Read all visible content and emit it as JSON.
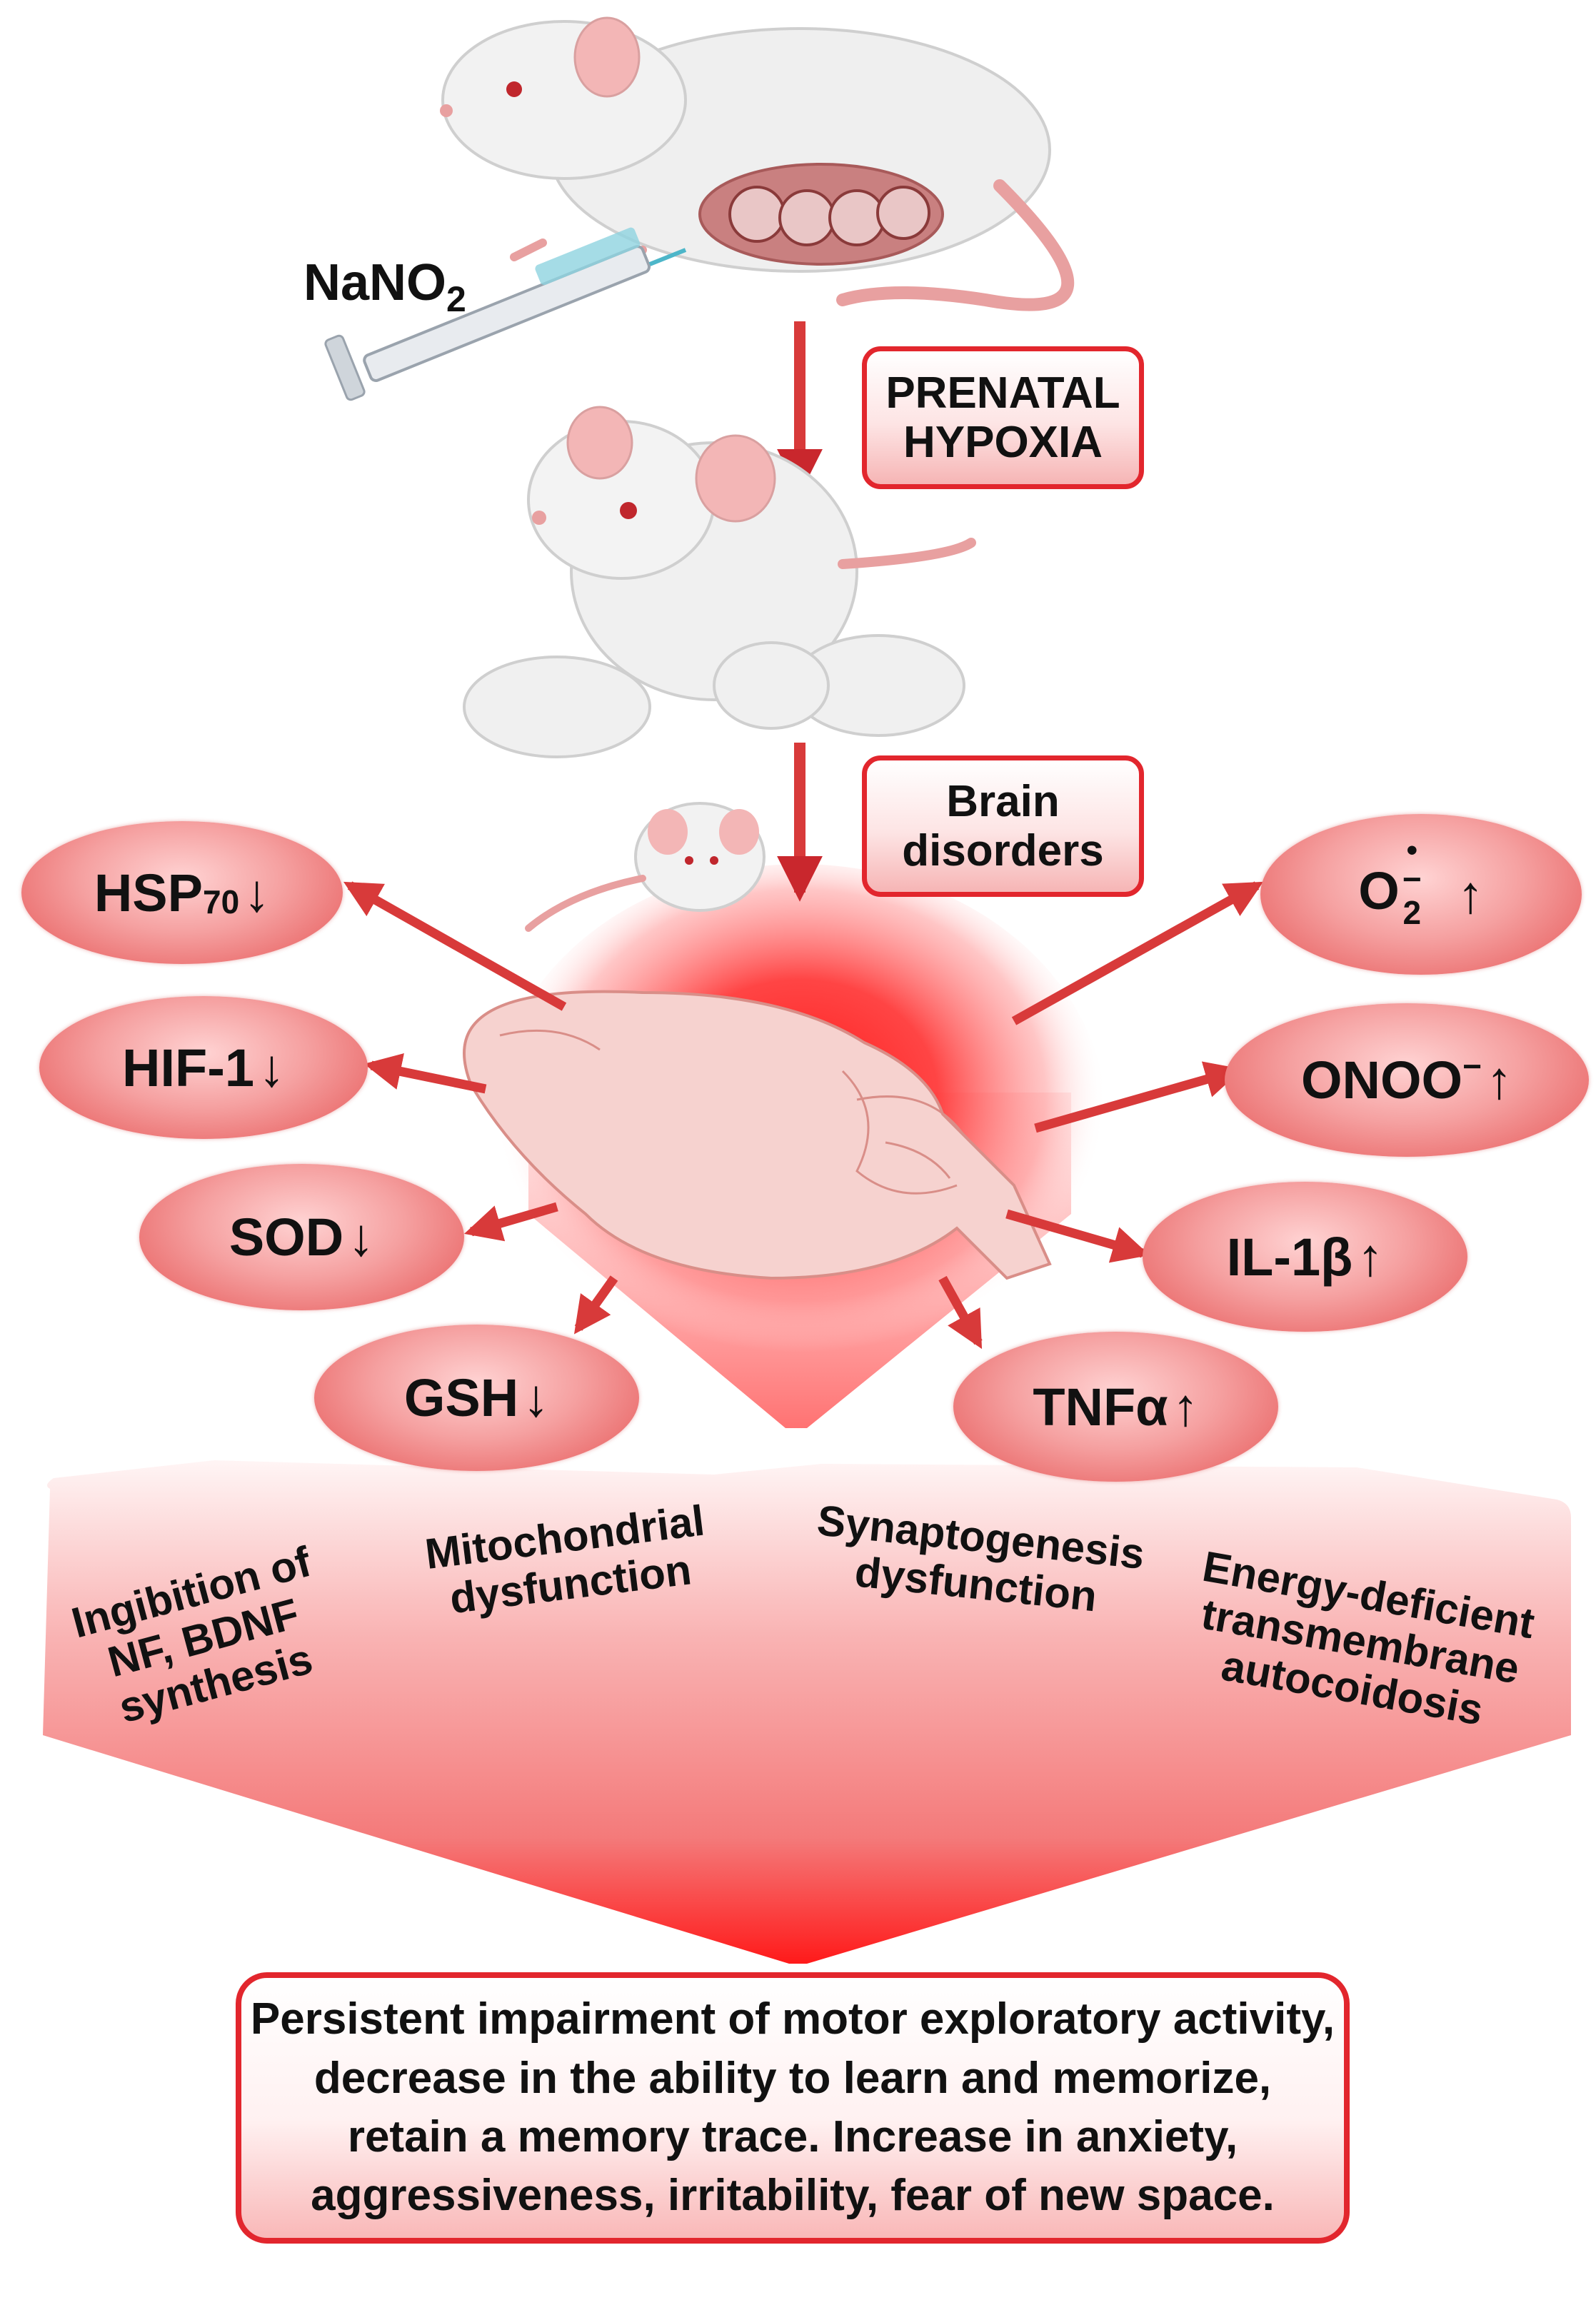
{
  "injection": {
    "label_main": "NaNO",
    "label_sub": "2",
    "icon": "syringe-icon"
  },
  "stage1_box": {
    "line1": "PRENATAL",
    "line2": "HYPOXIA"
  },
  "stage2_box": {
    "line1": "Brain",
    "line2": "disorders"
  },
  "decreased_markers": [
    {
      "name": "HSP",
      "sub": "70",
      "arrow": "↓"
    },
    {
      "name": "HIF-1",
      "sub": "",
      "arrow": "↓"
    },
    {
      "name": "SOD",
      "sub": "",
      "arrow": "↓"
    },
    {
      "name": "GSH",
      "sub": "",
      "arrow": "↓"
    }
  ],
  "increased_markers": [
    {
      "name": "O",
      "sub": "2",
      "sup": "−",
      "dot": "•",
      "arrow": "↑"
    },
    {
      "name": "ONOO",
      "sup": "−",
      "arrow": "↑"
    },
    {
      "name": "IL-1β",
      "arrow": "↑"
    },
    {
      "name": "TNFα",
      "arrow": "↑"
    }
  ],
  "consequences": [
    {
      "lines": [
        "Ingibition of",
        "NF, BDNF",
        "synthesis"
      ]
    },
    {
      "lines": [
        "Mitochondrial",
        "dysfunction"
      ]
    },
    {
      "lines": [
        "Synaptogenesis",
        "dysfunction"
      ]
    },
    {
      "lines": [
        "Energy-deficient",
        "transmembrane",
        "autocoidosis"
      ]
    }
  ],
  "outcome": {
    "lines": [
      "Persistent impairment of motor exploratory activity,",
      "decrease in the ability to learn and memorize,",
      "retain a memory trace. Increase in anxiety,",
      "aggressiveness, irritability, fear of new space."
    ]
  },
  "colors": {
    "accent_red": "#e2262d",
    "ellipse_pink": "#f5a0a0",
    "arrow_red": "#d83a3a"
  },
  "icons": [
    "pregnant-rat-icon",
    "mother-rat-with-pups-icon",
    "young-rat-icon",
    "brain-icon",
    "syringe-icon"
  ]
}
